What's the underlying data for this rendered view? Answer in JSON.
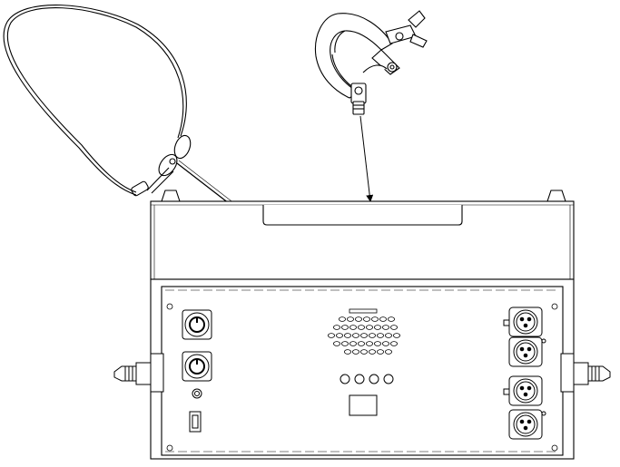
{
  "diagram": {
    "components": [
      {
        "id": "safety-cable",
        "icon": "safety-cable-icon"
      },
      {
        "id": "mounting-clamp",
        "icon": "clamp-icon"
      },
      {
        "id": "fixture",
        "icon": "light-fixture-icon"
      },
      {
        "id": "powercon-in",
        "icon": "powercon-connector-icon"
      },
      {
        "id": "powercon-out",
        "icon": "powercon-connector-icon"
      },
      {
        "id": "fuse-holder",
        "icon": "fuse-icon"
      },
      {
        "id": "usb-port",
        "icon": "usb-port-icon"
      },
      {
        "id": "dmx-connectors",
        "icon": "xlr-connector-icon",
        "count": 4
      },
      {
        "id": "control-buttons",
        "icon": "button-icon",
        "count": 4
      },
      {
        "id": "display",
        "icon": "display-icon"
      },
      {
        "id": "ventilation-grille",
        "icon": "vent-icon"
      },
      {
        "id": "side-knobs",
        "icon": "knob-icon",
        "count": 2
      }
    ],
    "arrows": [
      {
        "from": "safety-cable",
        "to": "fixture"
      },
      {
        "from": "mounting-clamp",
        "to": "fixture"
      }
    ],
    "colors": {
      "line": "#000000",
      "background": "#ffffff"
    }
  }
}
